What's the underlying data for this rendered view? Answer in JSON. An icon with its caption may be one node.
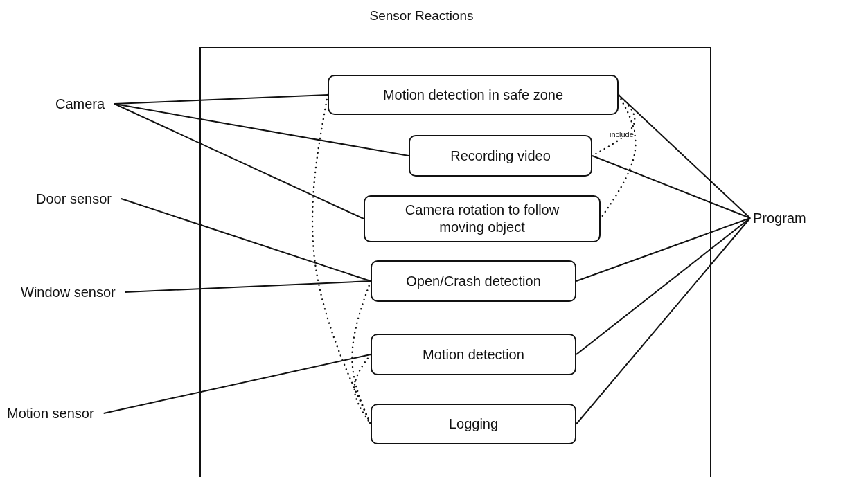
{
  "diagram": {
    "title": "Sensor Reactions",
    "nodes": [
      {
        "text": [],
        "shape": "box"
      },
      {
        "text": [
          "Motion detection in safe zone"
        ],
        "in": 0
      },
      {
        "text": [
          "Recording video"
        ],
        "in": 0
      },
      {
        "text": [
          "Camera rotation to follow moving object"
        ],
        "in": 0
      },
      {
        "text": [
          "Open/Crash detection"
        ],
        "in": 0
      },
      {
        "text": [
          "Motion detection"
        ],
        "in": 0
      },
      {
        "text": [
          "Logging"
        ],
        "in": 0
      },
      {
        "text": [
          "Camera"
        ]
      },
      {
        "text": [
          "Door sensor"
        ]
      },
      {
        "text": [
          "Window sensor"
        ]
      },
      {
        "text": [
          "Motion sensor"
        ]
      },
      {
        "text": [
          "Program"
        ]
      }
    ],
    "edges": [
      {
        "from": 7,
        "to": 1,
        "arrow": "none"
      },
      {
        "from": 7,
        "to": 2,
        "arrow": "none"
      },
      {
        "from": 7,
        "to": 3,
        "arrow": "none"
      },
      {
        "from": 8,
        "to": 4,
        "arrow": "none"
      },
      {
        "from": 9,
        "to": 4,
        "arrow": "none"
      },
      {
        "from": 10,
        "to": 5,
        "arrow": "none"
      },
      {
        "from": 11,
        "to": 1,
        "arrow": "none"
      },
      {
        "from": 11,
        "to": 2,
        "arrow": "none"
      },
      {
        "from": 11,
        "to": 4,
        "arrow": "none"
      },
      {
        "from": 11,
        "to": 5,
        "arrow": "none"
      },
      {
        "from": 11,
        "to": 6,
        "arrow": "none"
      },
      {
        "from": 1,
        "to": 2,
        "arrow": "none",
        "style": "dashed",
        "label": "include"
      },
      {
        "from": 1,
        "to": 3,
        "arrow": "none",
        "style": "dashed"
      },
      {
        "from": 1,
        "to": 6,
        "arrow": "none",
        "style": "dashed"
      },
      {
        "from": 4,
        "to": 6,
        "arrow": "none",
        "style": "dashed"
      },
      {
        "from": 5,
        "to": 6,
        "arrow": "none",
        "style": "dashed"
      }
    ]
  }
}
